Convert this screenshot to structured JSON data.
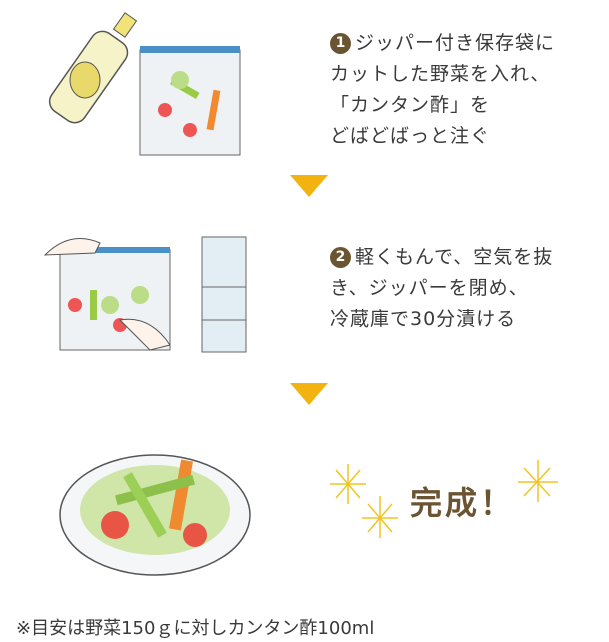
{
  "steps": [
    {
      "number": "1",
      "lines": [
        "ジッパー付き保存袋に",
        "カットした野菜を入れ、",
        "「カンタン酢」を",
        "どばどばっと注ぐ"
      ]
    },
    {
      "number": "2",
      "lines": [
        "軽くもんで、空気を抜",
        "き、ジッパーを閉め、",
        "冷蔵庫で30分漬ける"
      ]
    }
  ],
  "done_label": "完成！",
  "note": "※目安は野菜150ｇに対しカンタン酢100ml",
  "colors": {
    "accent": "#f2b20f",
    "brown": "#6b5431"
  }
}
